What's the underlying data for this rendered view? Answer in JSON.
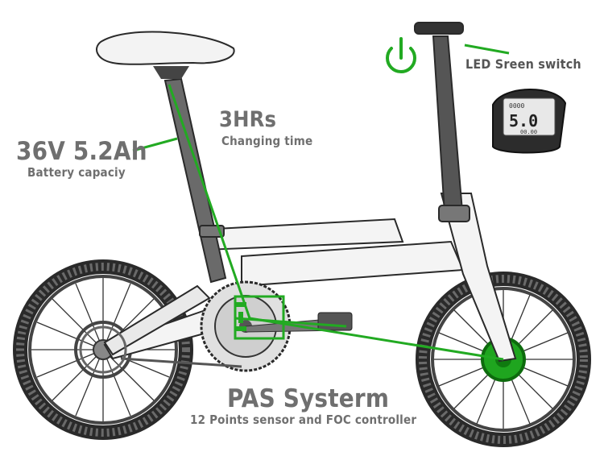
{
  "annotations": {
    "battery_value": "36V 5.2Ah",
    "battery_caption": "Battery capaciy",
    "charge_value": "3HRs",
    "charge_caption": "Changing time",
    "switch_label": "LED Sreen switch",
    "pas_title": "PAS Systerm",
    "pas_caption": "12 Points sensor and FOC controller"
  },
  "display": {
    "speed": "5.0",
    "top_left": "0000",
    "bottom": "00.00"
  },
  "colors": {
    "accent": "#22aa22",
    "label_gray": "#6f6f6f",
    "frame": "#f2f2f2",
    "outline": "#2a2a2a"
  },
  "icons": [
    "power-icon"
  ]
}
